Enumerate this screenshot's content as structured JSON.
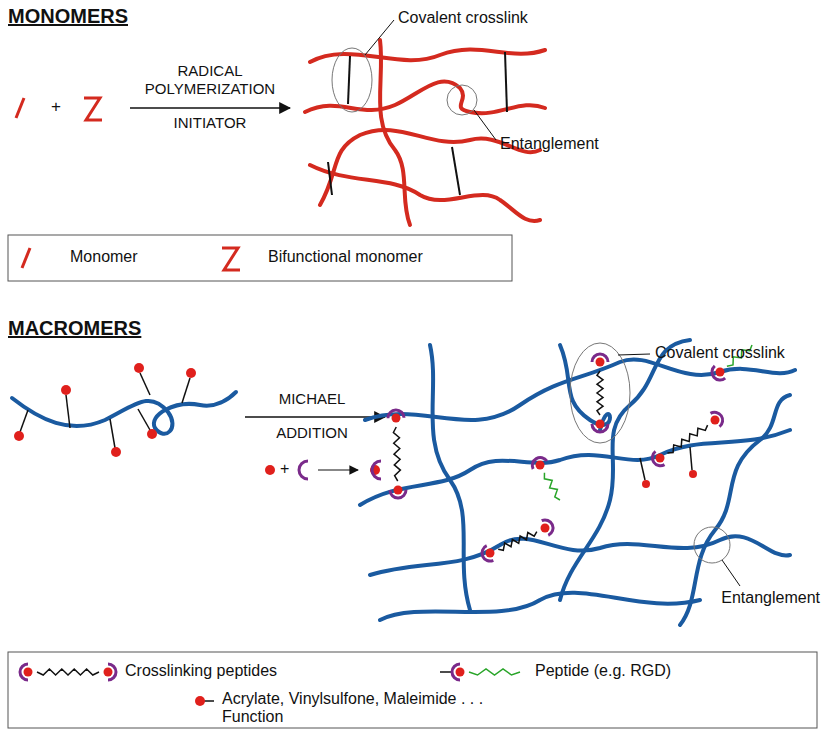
{
  "diagram": {
    "labels": [
      "MONOMERS",
      "+",
      "RADICAL POLYMERIZATION",
      "INITIATOR",
      "Covalent crosslink",
      "Entanglement",
      "MACROMERS",
      "MICHAEL ADDITION",
      "+",
      "Covalent crosslink",
      "Entanglement"
    ],
    "legend": [
      {
        "text": "Monomer"
      },
      {
        "text": "Bifunctional monomer"
      },
      {
        "text": "Crosslinking peptides"
      },
      {
        "text": "Peptide (e.g. RGD)"
      },
      {
        "text": "Acrylate, Vinylsulfone, Maleimide . . . Function"
      }
    ]
  }
}
